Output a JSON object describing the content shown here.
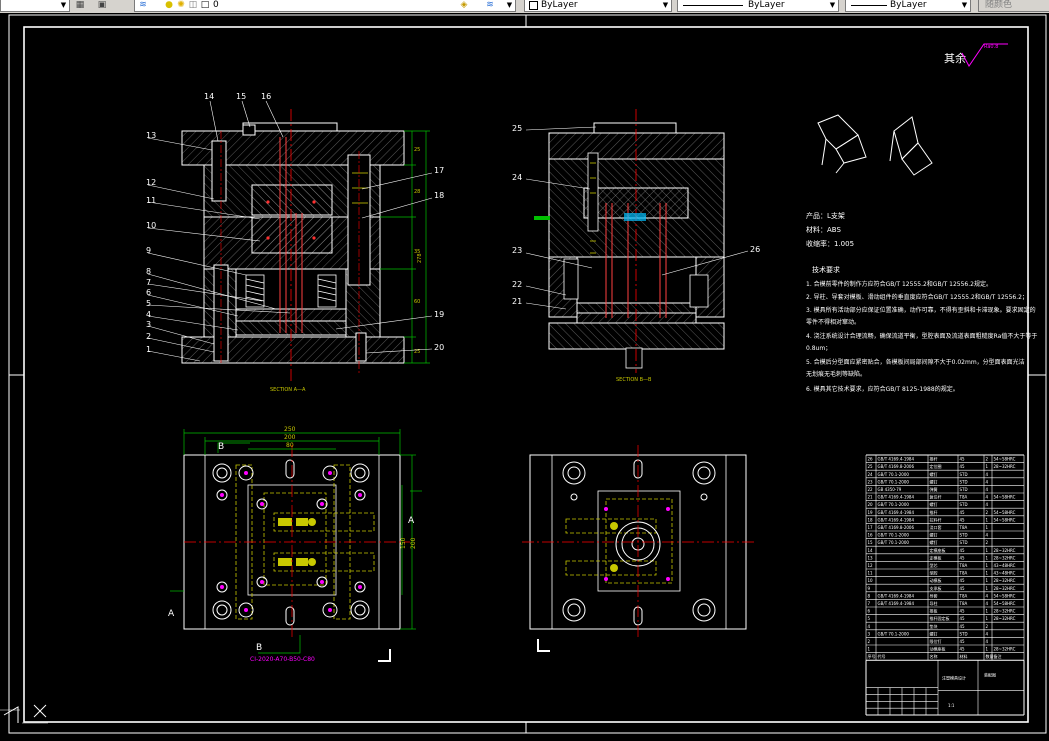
{
  "toolbar": {
    "layer_name": "0",
    "color_combo": "ByLayer",
    "linetype_combo": "ByLayer",
    "lineweight_combo": "ByLayer",
    "plotstyle_combo": "随颜色"
  },
  "drawing": {
    "roughness_text": "其余",
    "roughness_value": "Ra0.8",
    "section_a": "SECTION A—A",
    "section_b": "SECTION B—B",
    "part_info": {
      "product": "产品：L支架",
      "material": "材料：ABS",
      "shrinkage": "收缩率：1.005"
    },
    "tech_title": "技术要求",
    "tech_notes": [
      "1. 合模前零件的制作方应符合GB/T 12555.2和GB/T 12556.2规定。",
      "2. 导柱、导套对模板、滑动组件的垂直度应符合GB/T 12555.2和GB/T 12556.2；",
      "3. 模具所有活动部分应保证位置准确，动作可靠，不得有歪斜和卡滞现象。要求固定的",
      "   零件不得相对窜动。",
      "4. 浇注系统设计合理流畅，确保流道平衡，型腔表面及流道表面粗糙度Ra值不大于等于",
      "   0.8um；",
      "5. 合模后分型面应紧密贴合，各模板间局部间隙不大于0.02mm，分型面表面光洁",
      "   无划痕无毛刺等缺陷。",
      "6. 模具其它技术要求，应符合GB/T 8125-1988的规定。"
    ],
    "plan_code": "CI-2020-A70-B50-C80",
    "view_marks": {
      "b_top": "B",
      "b_bottom": "B",
      "a_left": "A",
      "a_right": "A"
    },
    "dims": {
      "top_overall": "250",
      "top_inner": "200",
      "top_small": "80",
      "right_main": "200",
      "right_inner": "150",
      "sec_height": "278"
    },
    "balloons": [
      "14",
      "15",
      "16",
      "13",
      "12",
      "11",
      "10",
      "9",
      "8",
      "7",
      "6",
      "5",
      "4",
      "3",
      "2",
      "1",
      "17",
      "18",
      "19",
      "20",
      "25",
      "24",
      "23",
      "22",
      "21",
      "26"
    ],
    "bom": {
      "rows": [
        [
          "26",
          "GB/T 4169.4-1984",
          "推杆",
          "45",
          "2",
          "54~58HRC"
        ],
        [
          "25",
          "GB/T 4169.8-2006",
          "定位圈",
          "45",
          "1",
          "28~32HRC"
        ],
        [
          "24",
          "GB/T 70.1-2000",
          "螺钉",
          "STD",
          "4",
          ""
        ],
        [
          "23",
          "GB/T 70.1-2000",
          "螺钉",
          "STD",
          "4",
          ""
        ],
        [
          "22",
          "GB 4350-79",
          "弹簧",
          "STD",
          "4",
          ""
        ],
        [
          "21",
          "GB/T 4169.4-1984",
          "复位杆",
          "T8A",
          "4",
          "54~58HRC"
        ],
        [
          "20",
          "GB/T 70.1-2000",
          "螺钉",
          "STD",
          "4",
          ""
        ],
        [
          "19",
          "GB/T 4169.4-1984",
          "推杆",
          "45",
          "2",
          "54~58HRC"
        ],
        [
          "18",
          "GB/T 4169.4-1984",
          "拉料杆",
          "45",
          "1",
          "54~58HRC"
        ],
        [
          "17",
          "GB/T 4169.8-2006",
          "浇口套",
          "T8A",
          "1",
          ""
        ],
        [
          "16",
          "GB/T 70.1-2000",
          "螺钉",
          "STD",
          "4",
          ""
        ],
        [
          "15",
          "GB/T 70.1-2000",
          "螺钉",
          "STD",
          "2",
          ""
        ],
        [
          "14",
          "",
          "定模座板",
          "45",
          "1",
          "28~32HRC"
        ],
        [
          "13",
          "",
          "定模板",
          "45",
          "1",
          "28~32HRC"
        ],
        [
          "12",
          "",
          "型芯",
          "T8A",
          "1",
          "43~48HRC"
        ],
        [
          "11",
          "",
          "型腔",
          "T8A",
          "1",
          "43~48HRC"
        ],
        [
          "10",
          "",
          "动模板",
          "45",
          "1",
          "28~32HRC"
        ],
        [
          "9",
          "",
          "支承板",
          "45",
          "1",
          "28~32HRC"
        ],
        [
          "8",
          "GB/T 4169.4-1984",
          "导套",
          "T8A",
          "4",
          "54~58HRC"
        ],
        [
          "7",
          "GB/T 4169.4-1984",
          "导柱",
          "T8A",
          "4",
          "54~58HRC"
        ],
        [
          "6",
          "",
          "推板",
          "45",
          "1",
          "28~32HRC"
        ],
        [
          "5",
          "",
          "推杆固定板",
          "45",
          "1",
          "28~32HRC"
        ],
        [
          "4",
          "",
          "垫块",
          "45",
          "2",
          ""
        ],
        [
          "3",
          "GB/T 70.1-2000",
          "螺钉",
          "STD",
          "4",
          ""
        ],
        [
          "2",
          "",
          "限位钉",
          "45",
          "4",
          ""
        ],
        [
          "1",
          "",
          "动模座板",
          "45",
          "1",
          "28~32HRC"
        ]
      ],
      "header": [
        "序号",
        "代号",
        "名称",
        "材料",
        "数量",
        "备注"
      ],
      "title": "注塑模具设计",
      "drawing_no": "装配图",
      "scale": "1:1"
    }
  }
}
